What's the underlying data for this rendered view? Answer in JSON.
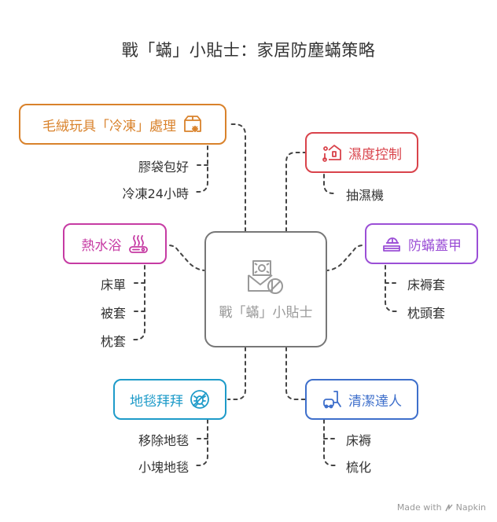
{
  "title": "戰「蟎」小貼士：家居防塵蟎策略",
  "center": {
    "label": "戰「蟎」小貼士"
  },
  "branches": [
    {
      "label": "毛絨玩具「冷凍」處理",
      "color": "#D9822B",
      "icon": "box-snowflake-icon",
      "items": [
        "膠袋包好",
        "冷凍24小時"
      ]
    },
    {
      "label": "熱水浴",
      "color": "#C63BA3",
      "icon": "hot-towel-icon",
      "items": [
        "床單",
        "被套",
        "枕套"
      ]
    },
    {
      "label": "地毯拜拜",
      "color": "#1E9BC9",
      "icon": "no-bug-icon",
      "items": [
        "移除地毯",
        "小塊地毯"
      ]
    },
    {
      "label": "濕度控制",
      "color": "#D9434B",
      "icon": "thermometer-home-icon",
      "items": [
        "抽濕機"
      ]
    },
    {
      "label": "防蟎蓋甲",
      "color": "#9B4FD6",
      "icon": "bed-cover-icon",
      "items": [
        "床褥套",
        "枕頭套"
      ]
    },
    {
      "label": "清潔達人",
      "color": "#3E6FCB",
      "icon": "vacuum-icon",
      "items": [
        "床褥",
        "梳化"
      ]
    }
  ],
  "watermark": {
    "prefix": "Made with",
    "brand": "Napkin"
  }
}
